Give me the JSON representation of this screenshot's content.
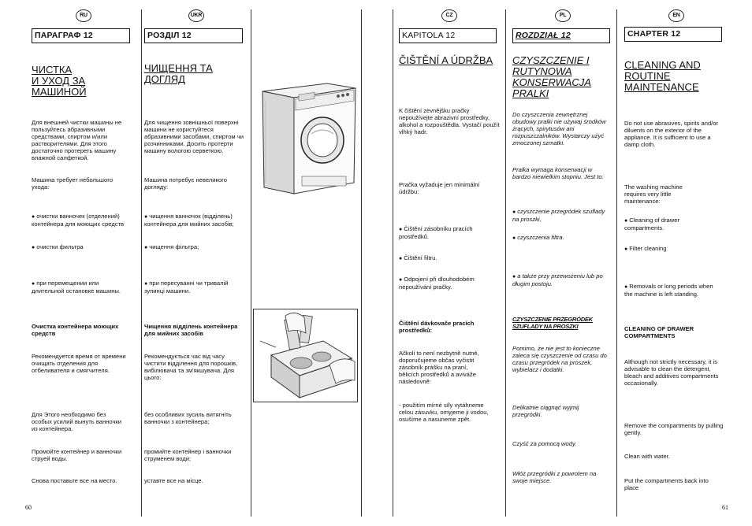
{
  "ru": {
    "lang": "RU",
    "chapter": "ПАРАГРАФ 12",
    "title": [
      "ЧИСТКА",
      "И УХОД ЗА",
      "МАШИНОЙ"
    ],
    "intro": "Для внешней чистки машины не пользуйтесь абразивными средствами, спиртом и/или растворителями. Для этого достаточно протереть машину влажной салфеткой.",
    "maint": "Машина требует небольшого ухода:",
    "b1": "очистки ванночек (отделений) контейнера для моющих средств",
    "b2": "очистки фильтра",
    "b3": "при перемещении или длительной остановке машины.",
    "sub": "Очистка контейнера моющих средств",
    "p1": "Рекомендуется время от времени очищать отделения для отбеливателя и смягчителя.",
    "p2": "Для Этого необходимо без особых усилий вынуть ванночки из контейнера.",
    "p3": "Промойте контейнер и ванночки струей воды.",
    "p4": "Снова поставьте все на место."
  },
  "ukr": {
    "lang": "UKR",
    "chapter": "РОЗДІЛ 12",
    "title": [
      "ЧИЩЕННЯ ТА",
      "ДОГЛЯД"
    ],
    "intro": "Для чищення зовнішньої поверхні машини не користуйтеся абразивними засобами, спиртом чи розчинниками. Досить протерти машину вологою серветкою.",
    "maint": "Машина потребує невеликого догляду:",
    "b1": "чищення ванночок (відділень) контейнера для мийних засобів;",
    "b2": "чищення фільтра;",
    "b3": "при пересуванні чи тривалій зупинці машини.",
    "sub": "Чищення відділень контейнера для мийних засобів",
    "p1": "Рекомендується час від часу чистити відділення для порошків, вибілювача та зм'якшувача. Для цього:",
    "p2": "без особливих зусиль витягніть ванночки з контейнера;",
    "p3": "промийте контейнер і ванночки струменем води;",
    "p4": "уставте все на місце."
  },
  "cz": {
    "lang": "CZ",
    "chapter": "KAPITOLA 12",
    "title": [
      "ČIŠTĚNÍ A ÚDRŽBA"
    ],
    "intro": "K čištění zevnějšku pračky nepoužívejte abrazivní prostředky, alkohol a rozpouštědla. Vystačí použít vlhký hadr.",
    "maint": "Pračka vyžaduje jen minimální údržbu:",
    "b1": "Čištění zásobníku pracích prostředků.",
    "b2": "Čištění filtru.",
    "b3": "Odpojení při dlouhodobém nepoužívání pračky.",
    "sub": "Čištění dávkovače pracích prostředků:",
    "p1": "Ačkoli to není nezbytně nutné, doporučujeme občas vyčistit zásobník prášku na praní, bělicích prostředků a aviváže následovně:",
    "p2": "- použitím mírné síly vytáhneme celou zásuvku, omyjeme ji vodou, osušíme a nasuneme zpět."
  },
  "pl": {
    "lang": "PL",
    "chapter": "ROZDZIAŁ 12",
    "title": [
      "CZYSZCZENIE I",
      "RUTYNOWA",
      "KONSERWACJA",
      "PRALKI"
    ],
    "intro": "Do czyszczenia zewnętrznej obudowy pralki nie używaj środków żrących, spirytusów ani rozpuszczalników. Wystarczy użyć zmoczonej szmatki.",
    "maint": "Pralka wymaga konserwacji w bardzo niewielkim stopniu. Jest to:",
    "b1": "czyszczenie przegródek szuflady na proszki,",
    "b2": "czyszczenia filtra.",
    "b3": "a także przy przewożeniu lub po długim postoju.",
    "sub": "CZYSZCZENIE PRZEGRÓDEK SZUFLADY NA PROSZKI",
    "p1": "Pomimo, że nie jest to konieczne zaleca się czyszczenie od czasu do czasu przegródek na proszek, wybielacz i dodatki.",
    "p2": "Delikatnie ciągnąć wyjmij przegródki.",
    "p3": "Czyść za pomocą wody.",
    "p4": "Włóż przegródki z powrotem na swoje miejsce."
  },
  "en": {
    "lang": "EN",
    "chapter": "CHAPTER 12",
    "title": [
      "CLEANING AND",
      "ROUTINE",
      "MAINTENANCE"
    ],
    "intro": "Do not use abrasives, spirits and/or diluents on the exterior of the appliance. It is sufficient to use a damp cloth.",
    "maint": "The washing machine requires very little maintenance:",
    "b1": "Cleaning of drawer compartments.",
    "b2": "Filter cleaning",
    "b3": "Removals or long periods when the machine is left standing.",
    "sub": "CLEANING OF DRAWER COMPARTMENTS",
    "p1": "Although not strictly necessary, it is advisable to clean the detergent, bleach and additives compartments occasionally.",
    "p2": "Remove the compartments by pulling gently.",
    "p3": "Clean with water.",
    "p4": "Put the compartments back into place"
  },
  "pages": {
    "left": "60",
    "right": "61"
  }
}
